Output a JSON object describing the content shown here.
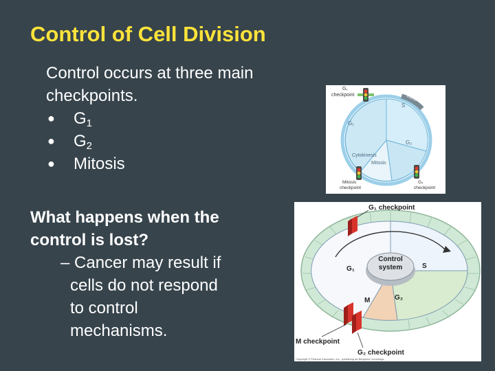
{
  "slide": {
    "title": "Control of Cell Division",
    "intro": "Control occurs at three main checkpoints.",
    "bullets": [
      {
        "main": "G",
        "sub": "1"
      },
      {
        "main": "G",
        "sub": "2"
      },
      {
        "main": "Mitosis",
        "sub": ""
      }
    ],
    "question": "What happens when the control is lost?",
    "answer_dash": "– Cancer may result if",
    "answer_lines": [
      "cells do not respond",
      "to control",
      "mechanisms."
    ]
  },
  "figure_small": {
    "labels": {
      "g1_checkpoint_line1": "G₁",
      "g1_checkpoint_line2": "checkpoint",
      "interphase": "Interphase",
      "s": "S",
      "g1": "G₁",
      "g2": "G₂",
      "cytokinesis": "Cytokinesis",
      "mitosis": "Mitosis",
      "mitosis_checkpoint_line1": "Mitosis",
      "mitosis_checkpoint_line2": "checkpoint",
      "g2_checkpoint_line1": "G₂",
      "g2_checkpoint_line2": "checkpoint"
    }
  },
  "figure_large": {
    "labels": {
      "g1_checkpoint": "G₁ checkpoint",
      "control_line1": "Control",
      "control_line2": "system",
      "s": "S",
      "g1": "G₁",
      "g2": "G₂",
      "m": "M",
      "m_checkpoint": "M checkpoint",
      "g2_checkpoint": "G₂ checkpoint",
      "copyright": "Copyright © Pearson Education, Inc., publishing as Benjamin Cummings."
    }
  },
  "colors": {
    "background": "#37444c",
    "title": "#ffe33a",
    "text": "#ffffff"
  }
}
